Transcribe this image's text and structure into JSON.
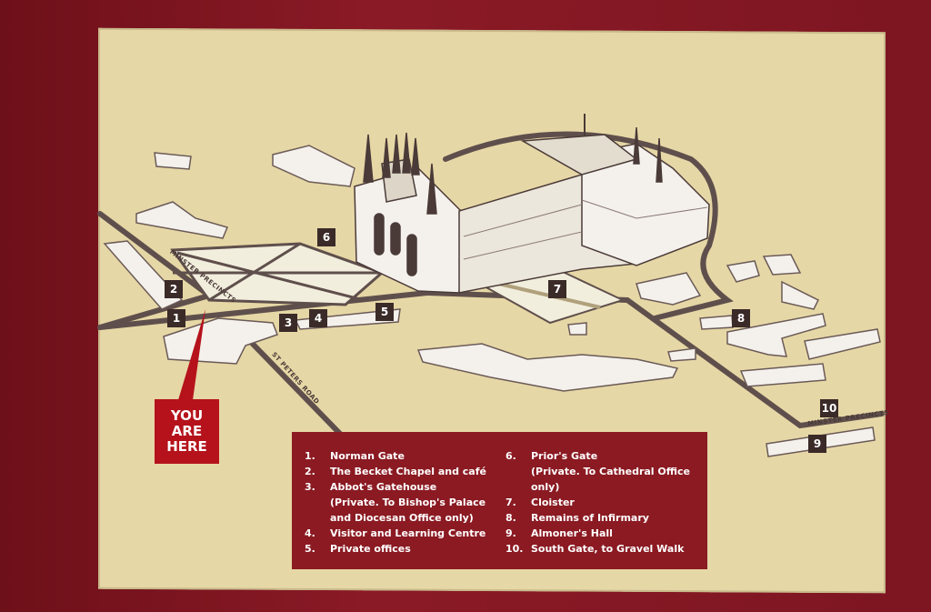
{
  "you_are_here": [
    "YOU",
    "ARE",
    "HERE"
  ],
  "roads": {
    "minster_precincts_left": "MINSTER PRECINCTS",
    "st_peters_road": "ST PETERS ROAD",
    "minster_precincts_right": "MINSTER PRECINCTS"
  },
  "markers": [
    "1",
    "2",
    "3",
    "4",
    "5",
    "6",
    "7",
    "8",
    "9",
    "10"
  ],
  "legend": {
    "left": [
      {
        "n": "1.",
        "text": [
          "Norman Gate"
        ]
      },
      {
        "n": "2.",
        "text": [
          "The Becket Chapel and café"
        ]
      },
      {
        "n": "3.",
        "text": [
          "Abbot's Gatehouse",
          "(Private. To Bishop's Palace",
          "and Diocesan Office only)"
        ]
      },
      {
        "n": "4.",
        "text": [
          "Visitor and Learning Centre"
        ]
      },
      {
        "n": "5.",
        "text": [
          "Private offices"
        ]
      }
    ],
    "right": [
      {
        "n": "6.",
        "text": [
          "Prior's Gate",
          "(Private. To Cathedral Office only)"
        ]
      },
      {
        "n": "7.",
        "text": [
          "Cloister"
        ]
      },
      {
        "n": "8.",
        "text": [
          "Remains of Infirmary"
        ]
      },
      {
        "n": "9.",
        "text": [
          "Almoner's Hall"
        ]
      },
      {
        "n": "10.",
        "text": [
          "South Gate, to Gravel Walk"
        ]
      }
    ]
  },
  "colors": {
    "frame": "#7a1420",
    "panel": "#e6d7a6",
    "legend": "#8b1a22",
    "you_are_here": "#b5121b",
    "road": "#5a4a48",
    "building": "#f4f1ec"
  }
}
